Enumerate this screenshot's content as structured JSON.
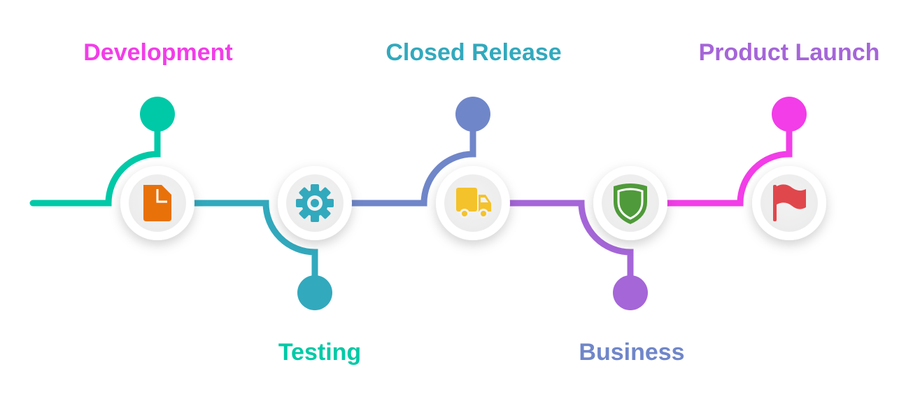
{
  "stages": [
    {
      "label": "Development",
      "label_color": "#f23de8",
      "line_color": "#00c9a7",
      "icon": "document-icon",
      "icon_color": "#e8710a",
      "side": "top"
    },
    {
      "label": "Testing",
      "label_color": "#00c9a7",
      "line_color": "#32a9bd",
      "icon": "gear-icon",
      "icon_color": "#32a9bd",
      "side": "bottom"
    },
    {
      "label": "Closed Release",
      "label_color": "#32a9bd",
      "line_color": "#6f86c9",
      "icon": "truck-icon",
      "icon_color": "#f4c22b",
      "side": "top"
    },
    {
      "label": "Business",
      "label_color": "#6f86c9",
      "line_color": "#a566d8",
      "icon": "shield-icon",
      "icon_color": "#4f9a3a",
      "side": "bottom"
    },
    {
      "label": "Product Launch",
      "label_color": "#a566d8",
      "line_color": "#f23de8",
      "icon": "flag-icon",
      "icon_color": "#e0474c",
      "side": "top"
    }
  ]
}
